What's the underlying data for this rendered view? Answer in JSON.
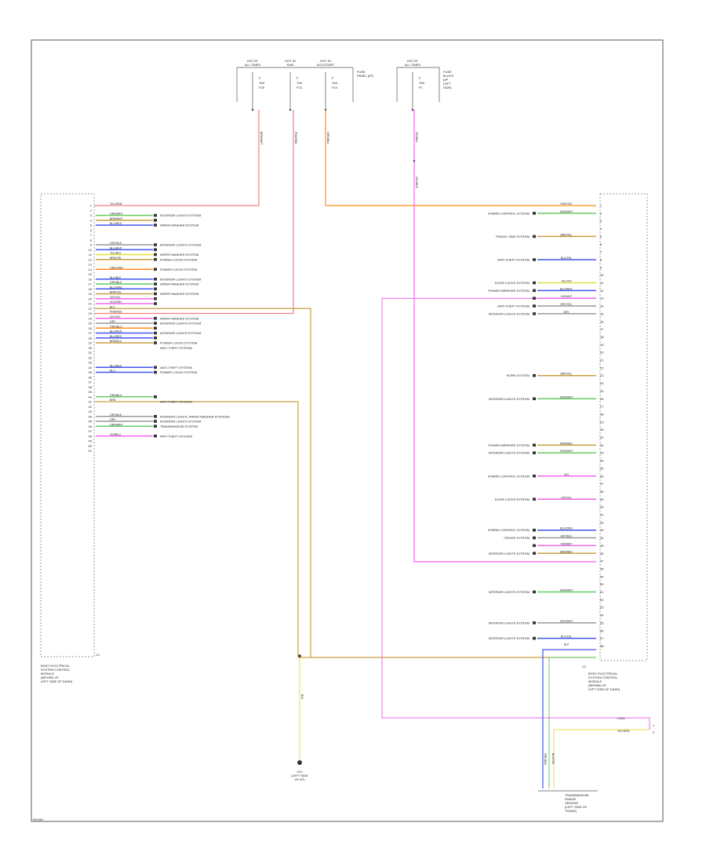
{
  "footer_id": "W1090",
  "fuse_headers": [
    {
      "lines": [
        "HOT AT",
        "ALL TIMES"
      ],
      "fuse": [
        "F",
        "10A",
        "F26"
      ]
    },
    {
      "lines": [
        "HOT IN",
        "RUN"
      ],
      "fuse": [
        "F",
        "10A",
        "F13"
      ]
    },
    {
      "lines": [
        "HOT IN",
        "ACC/START"
      ],
      "fuse": [
        "F",
        "10A",
        "F14"
      ]
    },
    {
      "lines": [
        "HOT AT",
        "ALL TIMES"
      ],
      "fuse": [
        "F",
        "10A",
        "F1"
      ]
    }
  ],
  "fuse_panels": [
    {
      "lines": [
        "FUSE",
        "PANEL (I/P)"
      ]
    },
    {
      "lines": [
        "FUSE",
        "BLOCK",
        "(I/P",
        "LEFT",
        "SIDE)"
      ]
    }
  ],
  "left_module": {
    "name_lines": [
      "BODY ELECTRICAL",
      "SYSTEM CONTROL",
      "MODULE",
      "(BEHIND I/P,",
      "LEFT SIDE OF DASH)"
    ],
    "connector": "C1"
  },
  "right_module": {
    "name_lines": [
      "BODY ELECTRICAL",
      "SYSTEM CONTROL",
      "MODULE",
      "(BEHIND I/P,",
      "LEFT SIDE OF DASH)"
    ],
    "connector": "C2"
  },
  "ground": {
    "lines": [
      "G11",
      "(LEFT SIDE",
      "OF I/P)"
    ],
    "wire": "BLK"
  },
  "switch": {
    "lines": [
      "TRANSMISSION",
      "RANGE",
      "SENSOR",
      "(LEFT SIDE OF",
      "TRANS)"
    ],
    "wires": [
      "GRN/BLK",
      "BLU/YEL"
    ],
    "conn": [
      "1",
      "2"
    ],
    "right_wire": [
      "YEL/GRN"
    ],
    "right_conn": "C254"
  },
  "vertical_wires": [
    {
      "label": "BRN/WHT"
    },
    {
      "label": "PNK/RED"
    },
    {
      "label": "ORG/BLK"
    },
    {
      "label": "VIO/BLK"
    },
    {
      "label": "VIO/WHT"
    }
  ],
  "left_pins": [
    {
      "num": "1",
      "wire": "YEL/GRN",
      "target": ""
    },
    {
      "num": "2",
      "wire": "",
      "target": ""
    },
    {
      "num": "3",
      "wire": "GRN/WHT",
      "target": "INTERIOR LIGHTS SYSTEM"
    },
    {
      "num": "4",
      "wire": "BRN/WHT",
      "target": ""
    },
    {
      "num": "5",
      "wire": "BLU/RED",
      "target": "WIPER WASHER SYSTEM"
    },
    {
      "num": "6",
      "wire": "",
      "target": ""
    },
    {
      "num": "7",
      "wire": "",
      "target": ""
    },
    {
      "num": "8",
      "wire": "",
      "target": ""
    },
    {
      "num": "9",
      "wire": "GRY/BLK",
      "target": "INTERIOR LIGHTS SYSTEM"
    },
    {
      "num": "10",
      "wire": "BLU/WHT",
      "target": ""
    },
    {
      "num": "11",
      "wire": "YEL/BLU",
      "target": "WIPER WASHER SYSTEM"
    },
    {
      "num": "12",
      "wire": "BRN/YEL",
      "target": "POWER LOCKS SYSTEM"
    },
    {
      "num": "13",
      "wire": "",
      "target": ""
    },
    {
      "num": "14",
      "wire": "ORG/GRN",
      "target": "POWER LOCKS SYSTEM"
    },
    {
      "num": "15",
      "wire": "",
      "target": ""
    },
    {
      "num": "16",
      "wire": "BLU/BLK",
      "target": "INTERIOR LIGHTS SYSTEM"
    },
    {
      "num": "17",
      "wire": "GRN/BLK",
      "target": "WIPER WASHER SYSTEM"
    },
    {
      "num": "18",
      "wire": "BLU/ORG",
      "target": ""
    },
    {
      "num": "19",
      "wire": "BRN/YEL",
      "target": "WIPER WASHER SYSTEM"
    },
    {
      "num": "20",
      "wire": "VIO/YEL",
      "target": ""
    },
    {
      "num": "21",
      "wire": "VIO/GRN",
      "target": ""
    },
    {
      "num": "22",
      "wire": "BLK",
      "target": ""
    },
    {
      "num": "23",
      "wire": "PNK/RED",
      "target": ""
    },
    {
      "num": "24",
      "wire": "VIO/YEL",
      "target": "WIPER WASHER SYSTEM"
    },
    {
      "num": "25",
      "wire": "GRY",
      "target": "INTERIOR LIGHTS SYSTEM"
    },
    {
      "num": "26",
      "wire": "ORG/BLU",
      "target": ""
    },
    {
      "num": "27",
      "wire": "BLU/WHT",
      "target": "INTERIOR LIGHTS SYSTEM"
    },
    {
      "num": "28",
      "wire": "BLU/RED",
      "target": ""
    },
    {
      "num": "29",
      "wire": "BRN/BLU",
      "target": "POWER LOCKS SYSTEM"
    },
    {
      "num": "30",
      "wire": "",
      "target": "ANTI-THEFT SYSTEM"
    },
    {
      "num": "31",
      "wire": "",
      "target": ""
    },
    {
      "num": "32",
      "wire": "",
      "target": ""
    },
    {
      "num": "33",
      "wire": "",
      "target": ""
    },
    {
      "num": "34",
      "wire": "BLU/RED",
      "target": "ANTI-THEFT SYSTEM"
    },
    {
      "num": "35",
      "wire": "BLU",
      "target": "POWER LOCKS SYSTEM"
    },
    {
      "num": "36",
      "wire": "",
      "target": ""
    },
    {
      "num": "37",
      "wire": "",
      "target": ""
    },
    {
      "num": "38",
      "wire": "",
      "target": ""
    },
    {
      "num": "39",
      "wire": "",
      "target": ""
    },
    {
      "num": "40",
      "wire": "GRN/BLU",
      "target": ""
    },
    {
      "num": "41",
      "wire": "BRN",
      "target": "ANTI-THEFT SYSTEM"
    },
    {
      "num": "42",
      "wire": "",
      "target": ""
    },
    {
      "num": "43",
      "wire": "",
      "target": ""
    },
    {
      "num": "44",
      "wire": "GRY/BLK",
      "target": "INTERIOR LIGHTS, WIPER WASHER SYSTEMS"
    },
    {
      "num": "45",
      "wire": "GRY",
      "target": "INTERIOR LIGHTS SYSTEM"
    },
    {
      "num": "46",
      "wire": "GRN/WHT",
      "target": "TRANSMISSION SYSTEM"
    },
    {
      "num": "47",
      "wire": "",
      "target": ""
    },
    {
      "num": "48",
      "wire": "VIO/BLU",
      "target": "ANTI-THEFT SYSTEM"
    },
    {
      "num": "49",
      "wire": "",
      "target": ""
    },
    {
      "num": "50",
      "wire": "",
      "target": ""
    },
    {
      "num": "51",
      "wire": "",
      "target": ""
    }
  ],
  "right_pins": [
    {
      "num": "1",
      "wire": "ORG/YEL",
      "target": ""
    },
    {
      "num": "2",
      "wire": "GRN/WHT",
      "target": "HYBRID CONTROL SYSTEM"
    },
    {
      "num": "3",
      "wire": "",
      "target": ""
    },
    {
      "num": "4",
      "wire": "",
      "target": ""
    },
    {
      "num": "5",
      "wire": "BRN/YEL",
      "target": "TRAVEL TIME SYSTEM"
    },
    {
      "num": "6",
      "wire": "",
      "target": ""
    },
    {
      "num": "7",
      "wire": "",
      "target": ""
    },
    {
      "num": "8",
      "wire": "BLU/YEL",
      "target": "ANTI-THEFT SYSTEM"
    },
    {
      "num": "9",
      "wire": "",
      "target": ""
    },
    {
      "num": "10",
      "wire": "",
      "target": ""
    },
    {
      "num": "11",
      "wire": "YEL/VIO",
      "target": "DOOR LOCKS SYSTEM"
    },
    {
      "num": "12",
      "wire": "BLU/WHT",
      "target": "POWER MIRRORS SYSTEM"
    },
    {
      "num": "13",
      "wire": "VIO/WHT",
      "target": ""
    },
    {
      "num": "14",
      "wire": "GRY/YEL",
      "target": "ANTI-THEFT SYSTEM"
    },
    {
      "num": "15",
      "wire": "GRY",
      "target": "INTERIOR LIGHTS SYSTEM"
    },
    {
      "num": "16",
      "wire": "",
      "target": ""
    },
    {
      "num": "17",
      "wire": "",
      "target": ""
    },
    {
      "num": "18",
      "wire": "",
      "target": ""
    },
    {
      "num": "19",
      "wire": "",
      "target": ""
    },
    {
      "num": "20",
      "wire": "",
      "target": ""
    },
    {
      "num": "21",
      "wire": "",
      "target": ""
    },
    {
      "num": "22",
      "wire": "",
      "target": ""
    },
    {
      "num": "23",
      "wire": "BRN/YEL",
      "target": "HORN SYSTEM"
    },
    {
      "num": "24",
      "wire": "",
      "target": ""
    },
    {
      "num": "25",
      "wire": "",
      "target": ""
    },
    {
      "num": "26",
      "wire": "GRN/WHT",
      "target": "INTERIOR LIGHTS SYSTEM"
    },
    {
      "num": "27",
      "wire": "",
      "target": ""
    },
    {
      "num": "28",
      "wire": "",
      "target": ""
    },
    {
      "num": "29",
      "wire": "",
      "target": ""
    },
    {
      "num": "30",
      "wire": "",
      "target": ""
    },
    {
      "num": "31",
      "wire": "",
      "target": ""
    },
    {
      "num": "32",
      "wire": "BRN/RED",
      "target": "POWER MIRRORS SYSTEM"
    },
    {
      "num": "33",
      "wire": "GRN/WHT",
      "target": "INTERIOR LIGHTS SYSTEM"
    },
    {
      "num": "34",
      "wire": "",
      "target": ""
    },
    {
      "num": "35",
      "wire": "",
      "target": ""
    },
    {
      "num": "36",
      "wire": "VIO",
      "target": "HYBRID CONTROL SYSTEM"
    },
    {
      "num": "37",
      "wire": "",
      "target": ""
    },
    {
      "num": "38",
      "wire": "",
      "target": ""
    },
    {
      "num": "39",
      "wire": "VIO/YEL",
      "target": "DOOR LOCKS SYSTEM"
    },
    {
      "num": "40",
      "wire": "",
      "target": ""
    },
    {
      "num": "41",
      "wire": "",
      "target": ""
    },
    {
      "num": "42",
      "wire": "",
      "target": ""
    },
    {
      "num": "43",
      "wire": "BLU/ORG",
      "target": "HYBRID CONTROL SYSTEM"
    },
    {
      "num": "44",
      "wire": "GRY/BLK",
      "target": "CRUISE SYSTEM"
    },
    {
      "num": "45",
      "wire": "VIO/WHT",
      "target": ""
    },
    {
      "num": "46",
      "wire": "BRN/RED",
      "target": "INTERIOR LIGHTS SYSTEM"
    },
    {
      "num": "47",
      "wire": "",
      "target": ""
    },
    {
      "num": "48",
      "wire": "",
      "target": ""
    },
    {
      "num": "49",
      "wire": "",
      "target": ""
    },
    {
      "num": "50",
      "wire": "",
      "target": ""
    },
    {
      "num": "51",
      "wire": "GRN/WHT",
      "target": "INTERIOR LIGHTS SYSTEM"
    },
    {
      "num": "52",
      "wire": "",
      "target": ""
    },
    {
      "num": "53",
      "wire": "",
      "target": ""
    },
    {
      "num": "54",
      "wire": "",
      "target": ""
    },
    {
      "num": "55",
      "wire": "GRY/WHT",
      "target": "INTERIOR LIGHTS SYSTEM"
    },
    {
      "num": "56",
      "wire": "",
      "target": ""
    },
    {
      "num": "57",
      "wire": "BLU/YEL",
      "target": "INTERIOR LIGHTS SYSTEM"
    },
    {
      "num": "58",
      "wire": "BLK",
      "target": ""
    }
  ],
  "colors": {
    "frame": "#555555",
    "pink": "#f08080",
    "orange": "#ff8c1a",
    "magenta": "#ee66ee",
    "tan": "#c8a040",
    "blue": "#4455ee",
    "green": "#66cc66",
    "yellow": "#e0e040"
  }
}
